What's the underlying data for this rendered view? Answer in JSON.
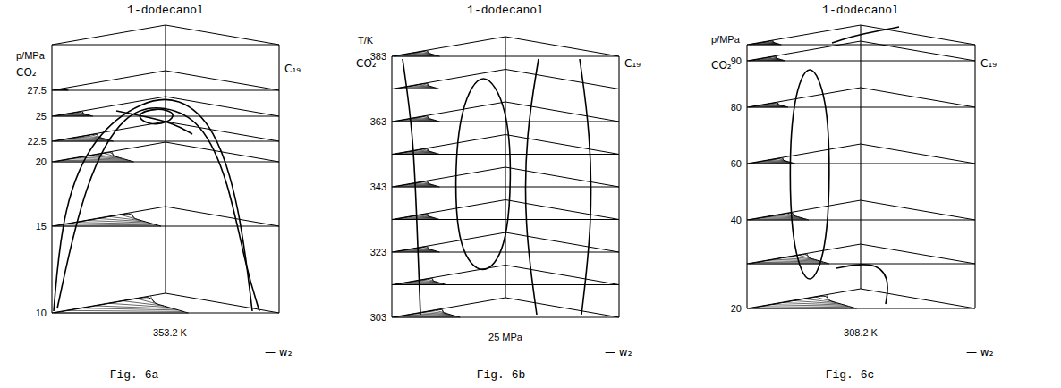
{
  "diagram": {
    "labels": [
      "1-dodecanol",
      "p/MPa",
      "CO₂",
      "C₁₉",
      "27.5",
      "25",
      "22.5",
      "20",
      "15",
      "10",
      "353.2 K",
      "— w₂",
      "Fig. 6a",
      "1-dodecanol",
      "T/K",
      "CO₂",
      "C₁₉",
      "383",
      "363",
      "343",
      "323",
      "303",
      "25 MPa",
      "— w₂",
      "Fig. 6b",
      "1-dodecanol",
      "p/MPa",
      "CO₂",
      "C₁₉",
      "90",
      "80",
      "60",
      "40",
      "20",
      "308.2 K",
      "— w₂",
      "Fig. 6c"
    ]
  }
}
